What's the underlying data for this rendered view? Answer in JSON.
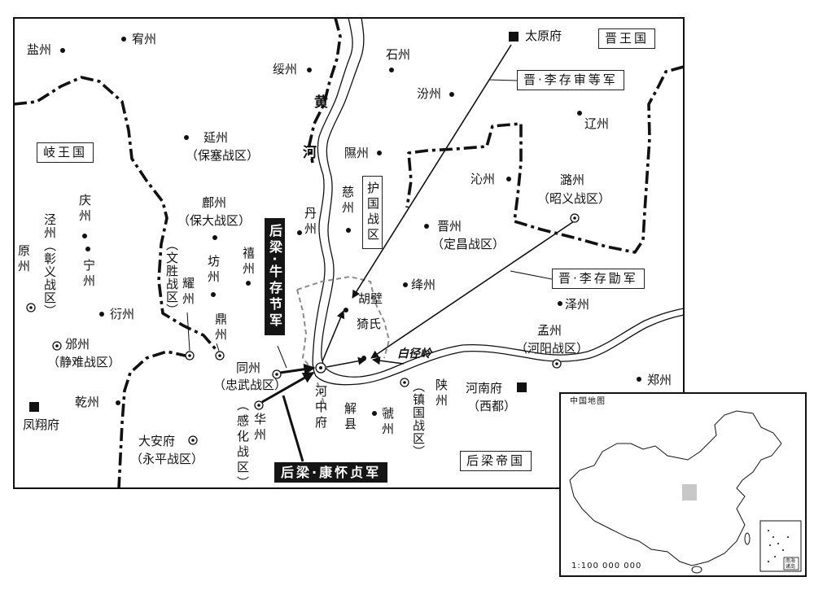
{
  "kingdoms": {
    "qi": "岐王国",
    "jin": "晋王国",
    "houliang": "后梁帝国"
  },
  "river": {
    "huang": "黄",
    "he": "河"
  },
  "pass_name": "白径岭",
  "district_box": "护国战区",
  "armies": {
    "jin_licunshen": "晋·李存审等军",
    "jin_licunxu": "晋·李存勖军",
    "liang_niucunjie": "后梁·牛存节军",
    "liang_kanghuaizhen": "后梁·康怀贞军"
  },
  "places": {
    "yanzhou_salt": {
      "name": "盐州",
      "marker": "dot"
    },
    "youzhou": {
      "name": "宥州",
      "marker": "dot"
    },
    "suizhou": {
      "name": "绥州",
      "marker": "dot"
    },
    "shizhou": {
      "name": "石州",
      "marker": "dot"
    },
    "taiyuan": {
      "name": "太原府",
      "marker": "square"
    },
    "fenzhou": {
      "name": "汾州",
      "marker": "dot"
    },
    "liaozhou": {
      "name": "辽州",
      "marker": "dot"
    },
    "xizhou": {
      "name": "隰州",
      "marker": "dot"
    },
    "yanzhou": {
      "name": "延州",
      "district": "（保塞战区）",
      "marker": "dot"
    },
    "qinzhou": {
      "name": "沁州",
      "marker": "dot"
    },
    "luzhou": {
      "name": "潞州",
      "district": "（昭义战区）",
      "marker": "circle-dot"
    },
    "cizhou": {
      "name": "慈州",
      "marker": "dot"
    },
    "danzhou": {
      "name": "丹州",
      "marker": "dot"
    },
    "jinzhou": {
      "name": "晋州",
      "district": "（定昌战区）",
      "marker": "dot"
    },
    "fuzhou": {
      "name": "鄜州",
      "district": "（保大战区）",
      "marker": "dot"
    },
    "qingzhou": {
      "name": "庆州",
      "marker": "dot"
    },
    "jingzhou": {
      "name": "泾州",
      "district": "（彰义战区）",
      "marker": "circle-dot"
    },
    "yuanzhou": {
      "name": "原州"
    },
    "ningzhou": {
      "name": "宁州",
      "marker": "dot"
    },
    "yanzhou_yan": {
      "name": "衍州",
      "marker": "dot"
    },
    "yaozhou": {
      "name": "耀州",
      "district": "（文胜战区）",
      "marker": "circle-dot"
    },
    "fangzhou": {
      "name": "坊州",
      "marker": "dot"
    },
    "xizhou_xi": {
      "name": "禧州",
      "marker": "dot"
    },
    "dingzhou": {
      "name": "鼎州",
      "marker": "circle-dot"
    },
    "jiangzhou": {
      "name": "绛州",
      "marker": "dot"
    },
    "hubi": {
      "name": "胡壁",
      "marker": "dot"
    },
    "zezhou": {
      "name": "泽州",
      "marker": "dot"
    },
    "yishi": {
      "name": "猗氏",
      "marker": "dot"
    },
    "mengzhou": {
      "name": "孟州",
      "district": "（河阳战区）",
      "marker": "circle-dot"
    },
    "zhengzhou": {
      "name": "郑州",
      "marker": "dot"
    },
    "hezhong": {
      "name": "河中府",
      "marker": "circle-dot"
    },
    "xiexian": {
      "name": "解县"
    },
    "guozhou": {
      "name": "虢州",
      "marker": "dot"
    },
    "shanzhou": {
      "name": "陕州",
      "district": "（镇国战区）",
      "marker": "circle-dot"
    },
    "henan": {
      "name": "河南府",
      "district": "（西都）",
      "marker": "square"
    },
    "binzhou": {
      "name": "邠州",
      "district": "（静难战区）",
      "marker": "circle-dot"
    },
    "tongzhou": {
      "name": "同州",
      "district": "（忠武战区）",
      "marker": "circle-dot"
    },
    "qianzhou": {
      "name": "乾州",
      "marker": "dot"
    },
    "fengxiang": {
      "name": "凤翔府",
      "marker": "square"
    },
    "huazhou": {
      "name": "华州",
      "district": "（感化战区）",
      "marker": "circle-dot"
    },
    "da_an": {
      "name": "大安府",
      "district": "（永平战区）",
      "marker": "circle-dot"
    }
  },
  "inset": {
    "title": "中国地图",
    "scale": "1:100 000 000",
    "sea_islands": "南海诸岛"
  },
  "colors": {
    "ink": "#111111",
    "background": "#ffffff",
    "district_boundary": "#8a8a8a",
    "army_label_fill": "#151515",
    "inset_highlight": "#c8c8c8"
  }
}
